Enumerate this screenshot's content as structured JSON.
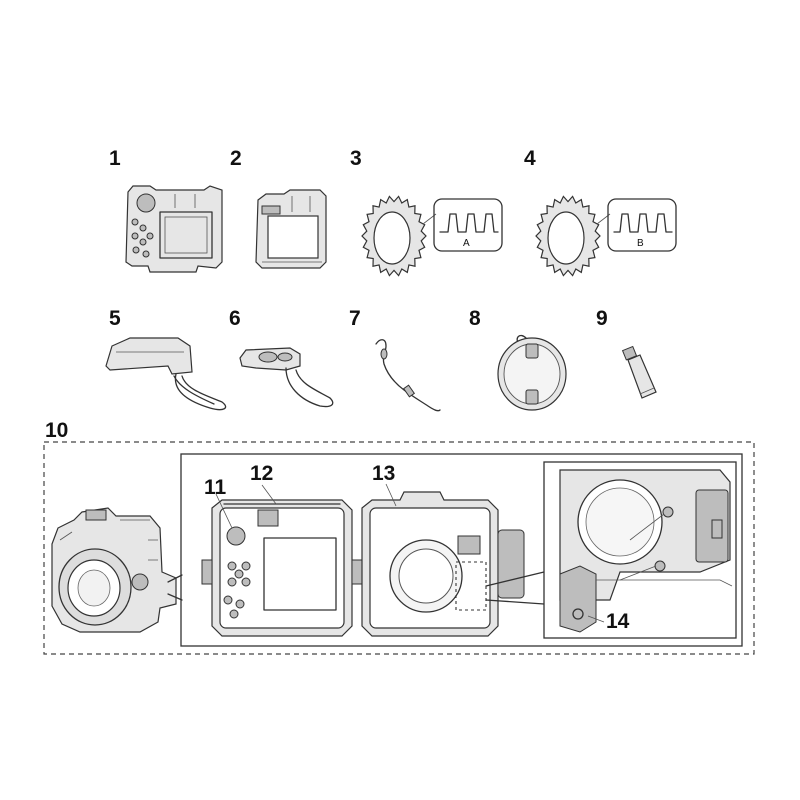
{
  "parts": [
    {
      "number": "1"
    },
    {
      "number": "2"
    },
    {
      "number": "3"
    },
    {
      "number": "4"
    },
    {
      "number": "5"
    },
    {
      "number": "6"
    },
    {
      "number": "7"
    },
    {
      "number": "8"
    },
    {
      "number": "9"
    },
    {
      "number": "10"
    },
    {
      "number": "11"
    },
    {
      "number": "12"
    },
    {
      "number": "13"
    },
    {
      "number": "14"
    }
  ],
  "ring_callouts": {
    "ring_3": "A",
    "ring_4": "B"
  },
  "colors": {
    "line": "#333333",
    "fill": "#e6e6e6",
    "dark_fill": "#bdbdbd",
    "background": "#ffffff"
  }
}
